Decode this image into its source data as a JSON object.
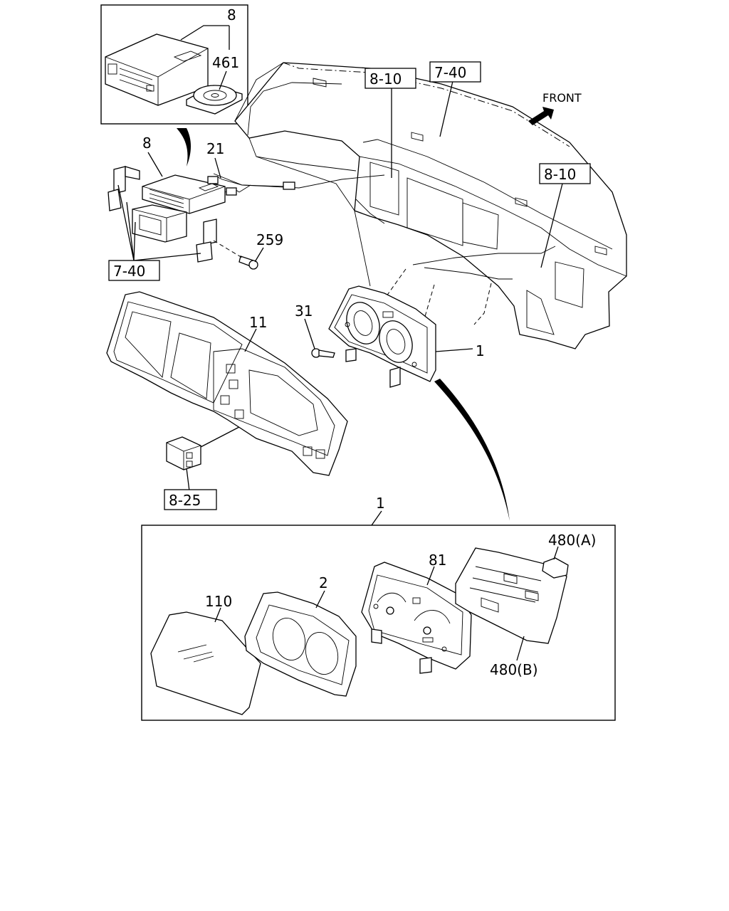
{
  "front_label": "FRONT",
  "references": {
    "r_8_10_top": "8-10",
    "r_7_40_top": "7-40",
    "r_8_10_right": "8-10",
    "r_7_40_left": "7-40",
    "r_8_25": "8-25"
  },
  "callouts": {
    "c8_inset": "8",
    "c461": "461",
    "c8": "8",
    "c21": "21",
    "c259": "259",
    "c31": "31",
    "c11": "11",
    "c1": "1",
    "c1_detail": "1",
    "c2": "2",
    "c81": "81",
    "c110": "110",
    "c480a": "480(A)",
    "c480b": "480(B)"
  }
}
